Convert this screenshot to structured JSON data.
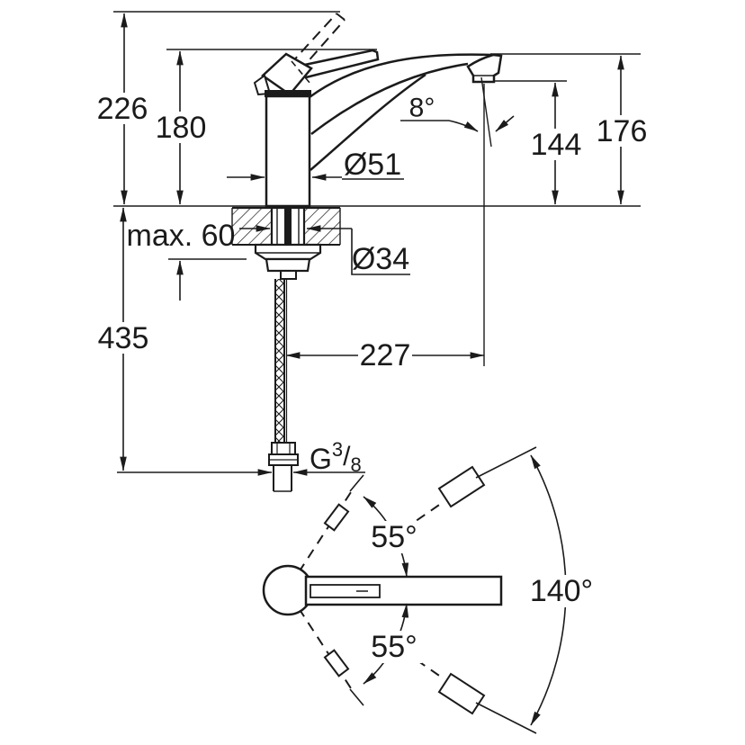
{
  "labels": {
    "dim_226": "226",
    "dim_180": "180",
    "max_60": "max. 60",
    "dim_435": "435",
    "dia_51": "Ø51",
    "dia_34": "Ø34",
    "angle_8": "8°",
    "dim_144": "144",
    "dim_176": "176",
    "dim_227": "227",
    "thread_g": "G",
    "thread_num": "3",
    "thread_slash": "/",
    "thread_den": "8",
    "swivel_upper": "55°",
    "swivel_lower": "55°",
    "swivel_total": "140°"
  },
  "dimensions": {
    "overall_height": 226,
    "height_secondary": 180,
    "max_counter_thickness": 60,
    "hose_length": 435,
    "body_diameter": "Ø51",
    "shank_diameter": "Ø34",
    "stream_angle": "8°",
    "outlet_height": 144,
    "spout_top_height": 176,
    "spout_projection": 227,
    "connection_thread": "G 3/8",
    "swivel_angle_each_side": "55°",
    "swivel_angle_total": "140°"
  },
  "colors": {
    "line": "#1b1b1b",
    "background": "#ffffff"
  }
}
